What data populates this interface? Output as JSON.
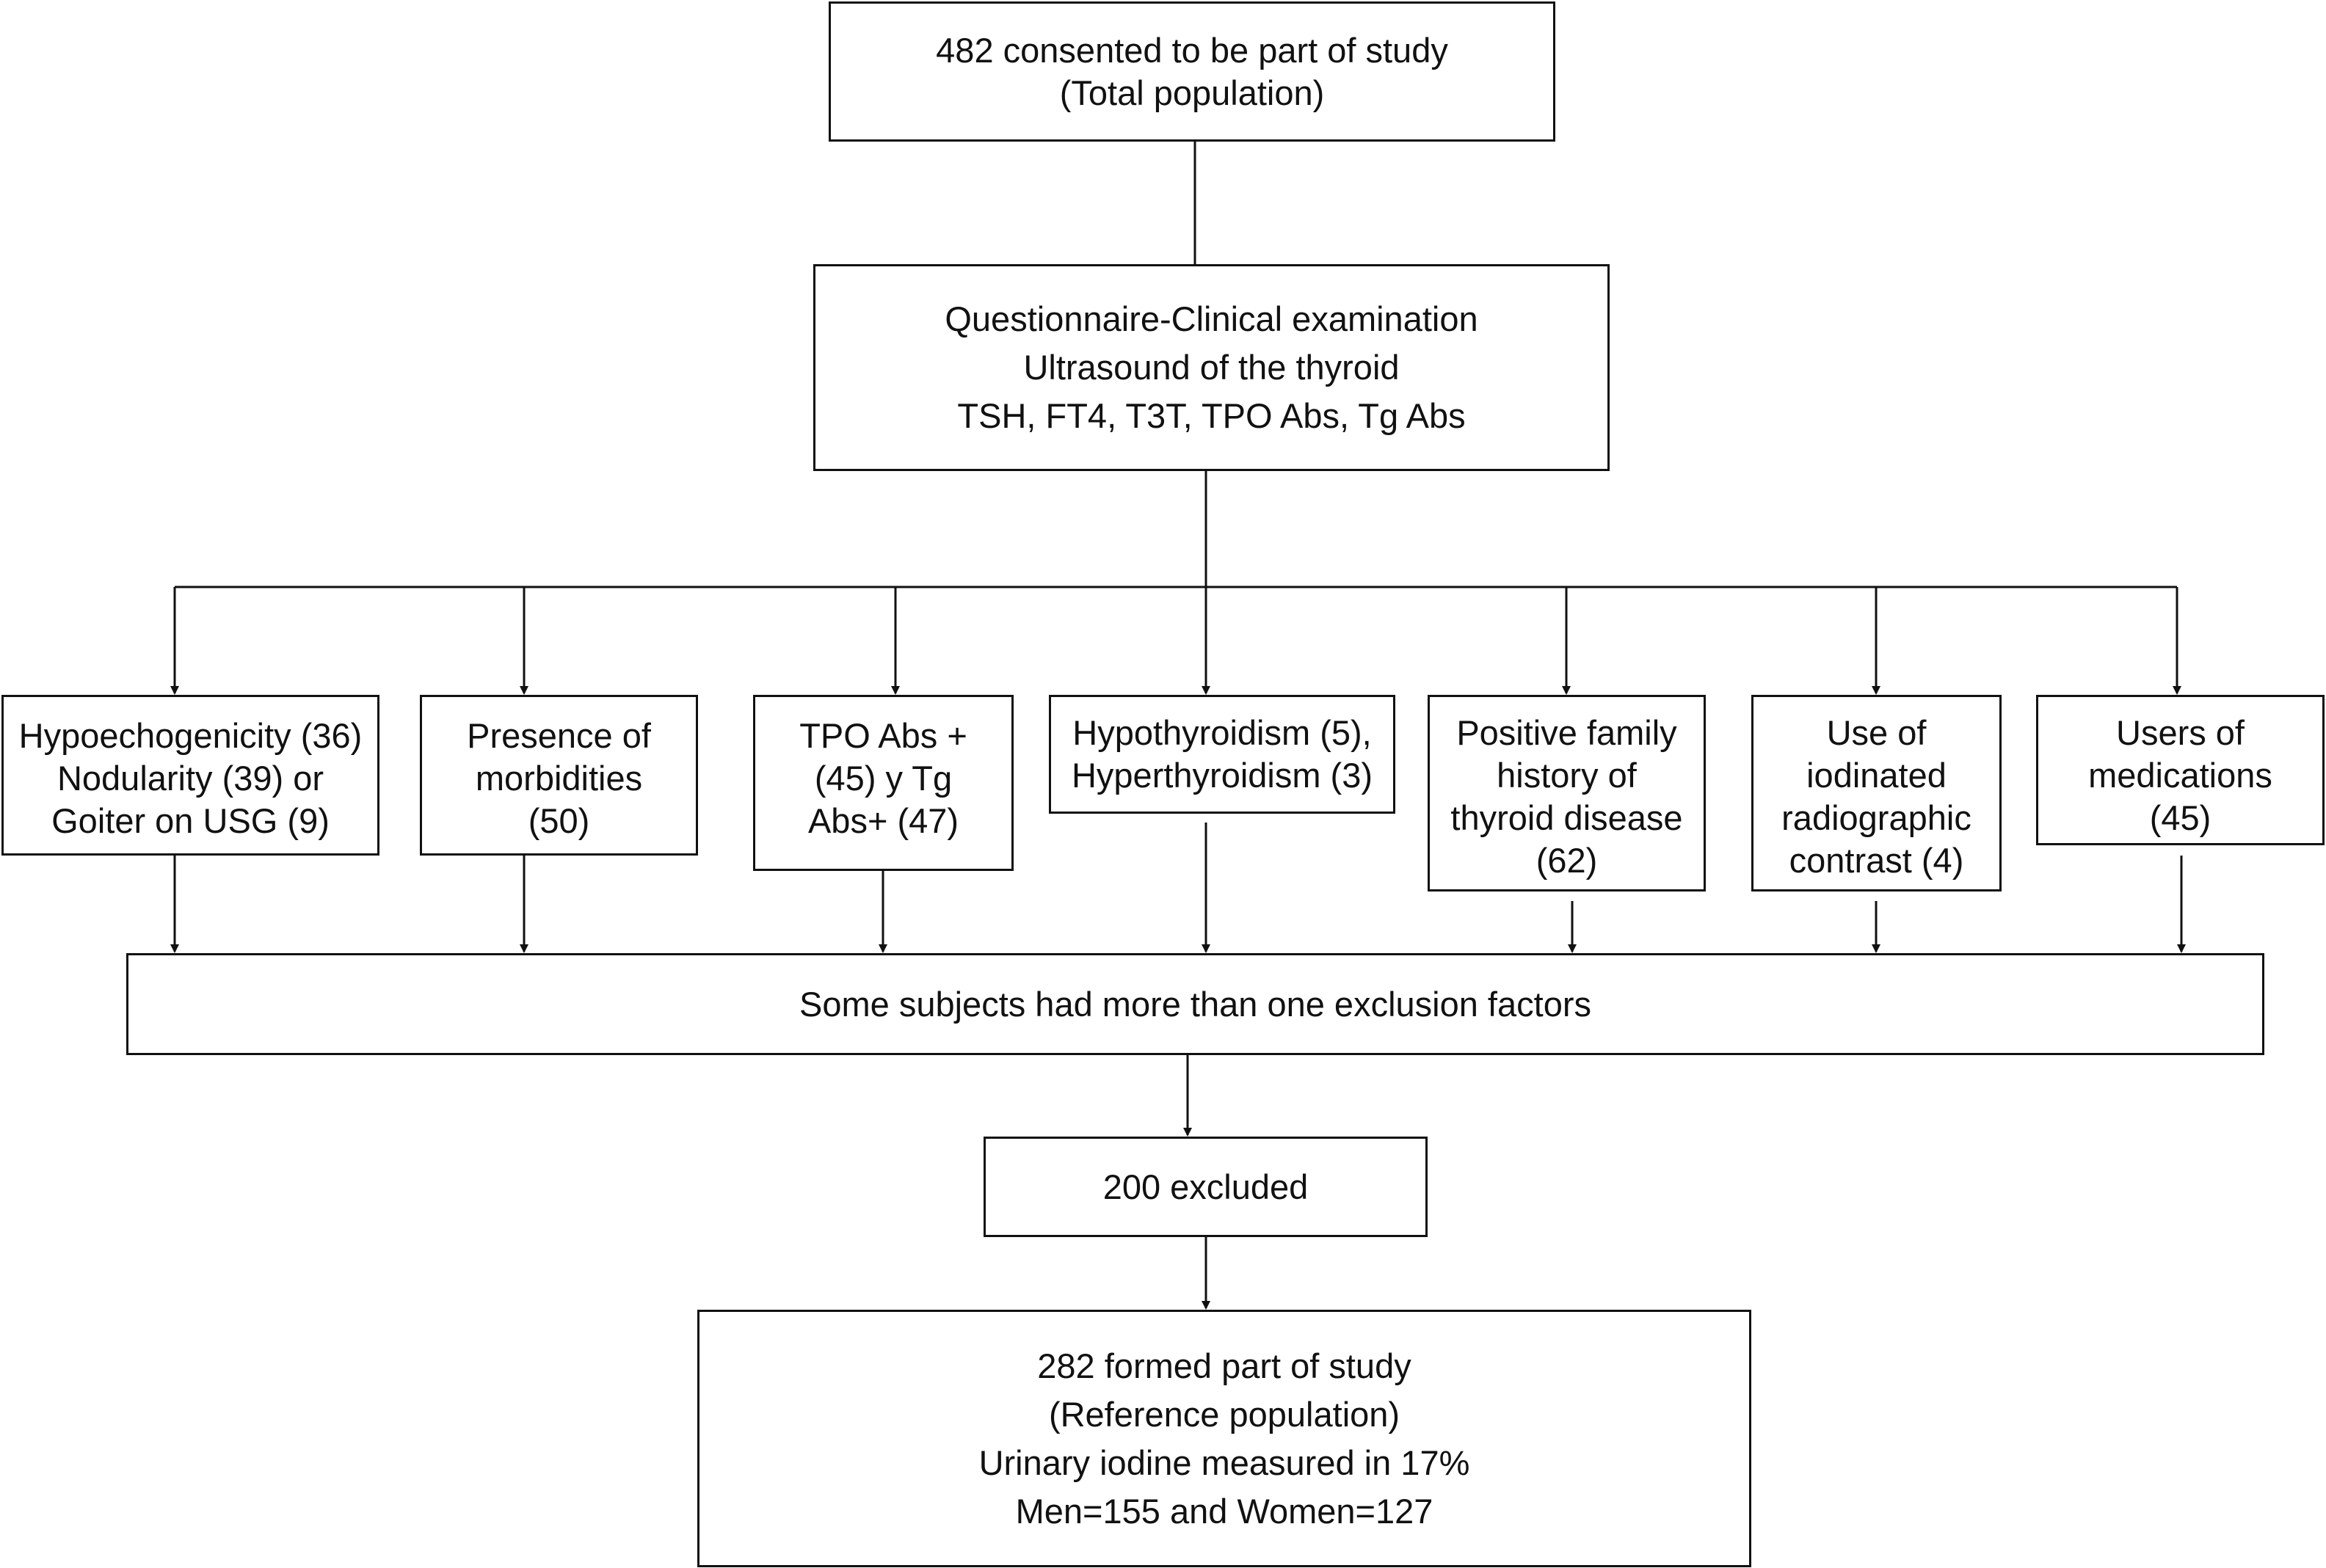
{
  "nodes": {
    "total": {
      "lines": [
        "482 consented to be part of study",
        "(Total population)"
      ]
    },
    "screening": {
      "lines": [
        "Questionnaire-Clinical examination",
        "Ultrasound of the thyroid",
        "TSH, FT4, T3T, TPO Abs, Tg Abs"
      ]
    },
    "criteria": [
      {
        "lines": [
          "Hypoechogenicity (36)",
          "Nodularity (39) or",
          "Goiter on USG (9)"
        ]
      },
      {
        "lines": [
          "Presence of",
          "morbidities",
          "(50)"
        ]
      },
      {
        "lines": [
          "TPO Abs +",
          "(45) y Tg",
          "Abs+ (47)"
        ]
      },
      {
        "lines": [
          "Hypothyroidism (5),",
          "Hyperthyroidism (3)"
        ]
      },
      {
        "lines": [
          "Positive family",
          "history of",
          "thyroid disease",
          "(62)"
        ]
      },
      {
        "lines": [
          "Use of",
          "iodinated",
          "radiographic",
          "contrast (4)"
        ]
      },
      {
        "lines": [
          "Users of",
          "medications",
          "(45)"
        ]
      }
    ],
    "combined": {
      "lines": [
        "Some subjects had more than one exclusion factors"
      ]
    },
    "excluded": {
      "lines": [
        "200 excluded"
      ]
    },
    "reference": {
      "lines": [
        "282 formed part of study",
        "(Reference population)",
        "Urinary iodine measured in 17%",
        "Men=155 and Women=127"
      ]
    }
  }
}
